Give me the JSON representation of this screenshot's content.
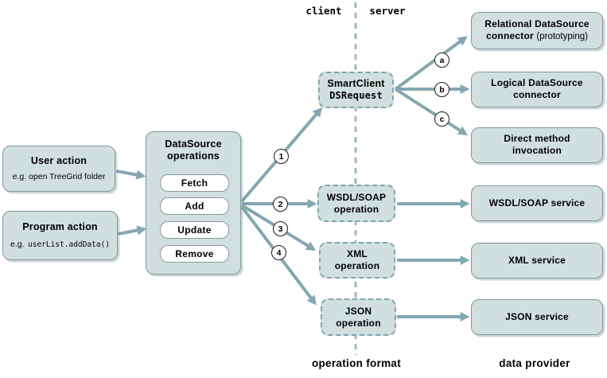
{
  "labels": {
    "client": "client",
    "server": "server",
    "operation_format": "operation format",
    "data_provider": "data provider"
  },
  "left": {
    "user_action": {
      "title": "User action",
      "note": "e.g. open TreeGrid folder"
    },
    "program_action": {
      "title": "Program action",
      "note_prefix": "e.g.",
      "note_code": "userList.addData()"
    }
  },
  "datasource": {
    "title_line1": "DataSource",
    "title_line2": "operations",
    "operations": [
      "Fetch",
      "Add",
      "Update",
      "Remove"
    ]
  },
  "request": {
    "line1": "SmartClient",
    "line2": "DSRequest"
  },
  "operations_column": [
    {
      "label": "WSDL/SOAP operation"
    },
    {
      "label": "XML operation"
    },
    {
      "label": "JSON operation"
    }
  ],
  "server_column": {
    "connectors": [
      {
        "title": "Relational DataSource connector",
        "note": "(prototyping)"
      },
      {
        "title": "Logical DataSource connector",
        "note": ""
      },
      {
        "title": "Direct method invocation",
        "note": ""
      }
    ],
    "services": [
      "WSDL/SOAP service",
      "XML service",
      "JSON service"
    ]
  },
  "badges": {
    "steps": [
      "1",
      "2",
      "3",
      "4"
    ],
    "branches": [
      "a",
      "b",
      "c"
    ]
  },
  "colors": {
    "box_fill": "#d2dfdf",
    "solid_border": "#7f979b",
    "dashed_border": "#7fa5af",
    "arrow": "#84a7b1",
    "divider": "#9fbac2",
    "pill_fill": "#ffffff",
    "text": "#000000"
  }
}
